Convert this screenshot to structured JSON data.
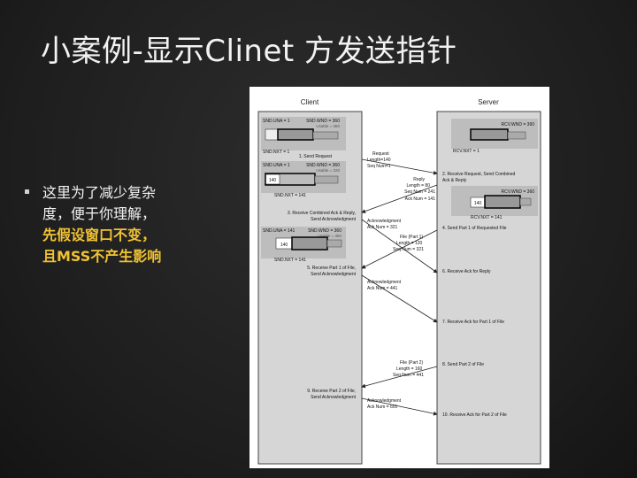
{
  "title": "小案例-显示Clinet 方发送指针",
  "bullet": {
    "lines": [
      {
        "text": "这里为了减少复杂",
        "highlight": false
      },
      {
        "text": "度，便于你理解，",
        "highlight": false
      },
      {
        "text": "先假设窗口不变，",
        "highlight": true
      },
      {
        "text": "且MSS不产生影响",
        "highlight": true
      }
    ]
  },
  "diagram": {
    "client_header": "Client",
    "server_header": "Server",
    "client_windows": [
      {
        "una": "SND.UNA = 1",
        "wnd": "SND.WND = 360",
        "usable": "Usable = 360",
        "nxt": "SND.NXT = 1",
        "box": ""
      },
      {
        "una": "SND.UNA = 1",
        "wnd": "SND.WND = 360",
        "usable": "Usable = 220",
        "nxt": "SND.NXT = 141",
        "box": "140"
      },
      {
        "una": "SND.UNA = 141",
        "wnd": "SND.WND = 360",
        "usable": "Usable = 360",
        "nxt": "SND.NXT = 141",
        "box": "140"
      }
    ],
    "server_windows": [
      {
        "wnd": "RCV.WND = 360",
        "nxt": "RCV.NXT = 1",
        "box": ""
      },
      {
        "wnd": "RCV.WND = 360",
        "nxt": "RCV.NXT = 141",
        "box": "140"
      }
    ],
    "client_steps": [
      "1. Send Request",
      "3. Receive Combined Ack & Reply,",
      "Send Acknowledgment",
      "5. Receive Part 1 of File,",
      "Send Acknowledgment",
      "9. Receive Part 2 of File,",
      "Send Acknowledgment"
    ],
    "server_steps": [
      "2. Receive Request, Send Combined",
      "Ack & Reply",
      "4. Send Part 1 of Requested File",
      "6. Receive Ack for Reply",
      "7. Receive Ack for Part 1 of File",
      "8. Send Part 2 of File",
      "10. Receive Ack for Part 2 of File"
    ],
    "messages": [
      {
        "lines": [
          "Request",
          "Length=140",
          "Seq Num=1"
        ]
      },
      {
        "lines": [
          "Reply",
          "Length = 80",
          "Seq Num = 241",
          "Ack Num = 141"
        ]
      },
      {
        "lines": [
          "Acknowledgment",
          "Ack Num = 321"
        ]
      },
      {
        "lines": [
          "File (Part 1)",
          "Length = 120",
          "Seq Num = 321"
        ]
      },
      {
        "lines": [
          "Acknowledgment",
          "Ack Num = 441"
        ]
      },
      {
        "lines": [
          "File (Part 2)",
          "Length = 160",
          "Seq Num = 441"
        ]
      },
      {
        "lines": [
          "Acknowledgment",
          "Ack Num = 601"
        ]
      }
    ]
  }
}
